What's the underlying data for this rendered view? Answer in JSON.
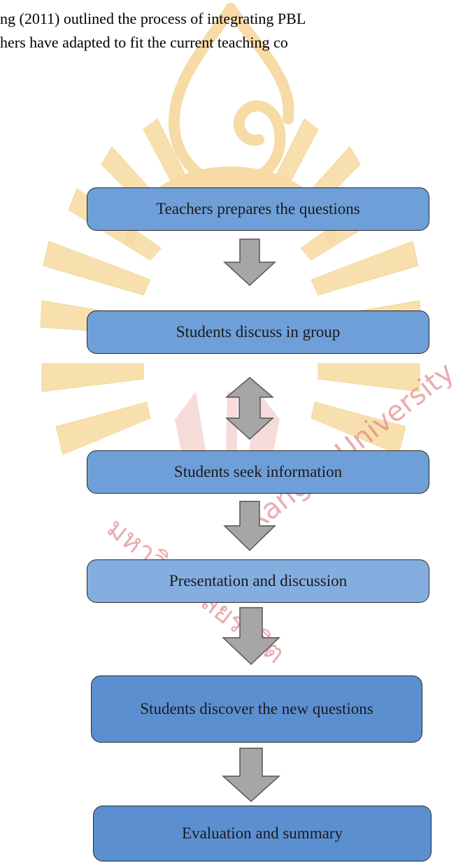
{
  "paragraph": {
    "line1": "ng (2011) outlined the process of integrating PBL",
    "line2": "hers  have  adapted  to  fit  the  current  teaching   co"
  },
  "watermark": {
    "thai_text": "มหาวิทยาลัยรังสิต",
    "latin_text": "Rangsit University"
  },
  "flowchart": {
    "steps": [
      {
        "label": "Teachers prepares the questions",
        "fill": "#6f9fd8"
      },
      {
        "label": "Students discuss in group",
        "fill": "#6f9fd8"
      },
      {
        "label": "Students seek information",
        "fill": "#6f9fd8"
      },
      {
        "label": "Presentation and discussion",
        "fill": "#84aee0"
      },
      {
        "label": "Students discover the new questions",
        "fill": "#5b8fd0"
      },
      {
        "label": "Evaluation and summary",
        "fill": "#5b8fd0"
      }
    ],
    "connectors": [
      "down",
      "double",
      "down",
      "down",
      "down"
    ]
  },
  "colors": {
    "box_stroke": "#2a2a2a",
    "arrow_fill": "#a6a6a6",
    "watermark_gold": "#f2c76b",
    "watermark_red": "#e07f82"
  }
}
